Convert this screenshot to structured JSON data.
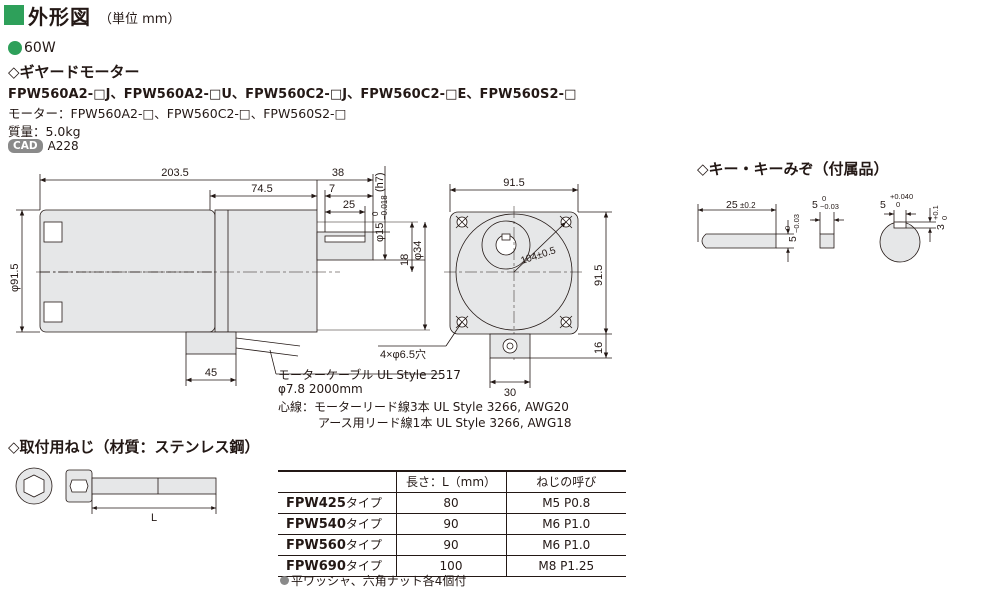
{
  "header": {
    "title": "外形図",
    "unit": "（単位 mm）"
  },
  "power": "60W",
  "gear_section": {
    "heading": "◇ギヤードモーター",
    "models": "FPW560A2-□J、FPW560A2-□U、FPW560C2-□J、FPW560C2-□E、FPW560S2-□",
    "motor": "モーター：FPW560A2-□、FPW560C2-□、FPW560S2-□",
    "mass": "質量：5.0kg",
    "cad_badge": "CAD",
    "cad_code": "A228"
  },
  "main_drawing": {
    "dim_total": "203.5",
    "dim_74": "74.5",
    "dim_38": "38",
    "dim_7": "7",
    "dim_25": "25",
    "shaft_dia": "φ15",
    "shaft_tol_top": "0",
    "shaft_tol_bot": "−0.018",
    "shaft_fit": "(h7)",
    "dim_phi34": "φ34",
    "dim_18": "18",
    "dim_phi915": "φ91.5",
    "dim_45": "45",
    "cable_label": "モーターケーブル UL Style 2517",
    "cable_spec": "φ7.8 2000mm",
    "core_label": "心線：モーターリード線3本 UL Style 3266, AWG20",
    "core_label2": "アース用リード線1本 UL Style 3266, AWG18"
  },
  "front_view": {
    "dim_width": "91.5",
    "dim_height": "91.5",
    "dim_16": "16",
    "dim_30": "30",
    "pcd": "104±0.5",
    "holes": "4×φ6.5穴"
  },
  "key_section": {
    "heading": "◇キー・キーみぞ（付属品）",
    "key_len": "25",
    "key_len_tol": "±0.2",
    "key_w": "5",
    "key_w_tol_top": "0",
    "key_w_tol_bot": "−0.03",
    "key_w2": "5",
    "key_w2_tol_top": "0",
    "key_w2_tol_bot": "−0.03",
    "slot_w": "5",
    "slot_w_tol_top": "+0.040",
    "slot_w_tol_bot": "0",
    "slot_d": "3",
    "slot_d_tol_top": "+0.1",
    "slot_d_tol_bot": "0"
  },
  "screw_section": {
    "heading": "◇取付用ねじ（材質：ステンレス鋼）",
    "len_label": "L",
    "table": {
      "headers": [
        "",
        "長さ：L（mm）",
        "ねじの呼び"
      ],
      "rows": [
        {
          "model": "FPW425",
          "suffix": "タイプ",
          "length": "80",
          "thread": "M5 P0.8"
        },
        {
          "model": "FPW540",
          "suffix": "タイプ",
          "length": "90",
          "thread": "M6 P1.0"
        },
        {
          "model": "FPW560",
          "suffix": "タイプ",
          "length": "90",
          "thread": "M6 P1.0"
        },
        {
          "model": "FPW690",
          "suffix": "タイプ",
          "length": "100",
          "thread": "M8 P1.25"
        }
      ]
    },
    "note": "平ワッシャ、六角ナット各4個付"
  }
}
